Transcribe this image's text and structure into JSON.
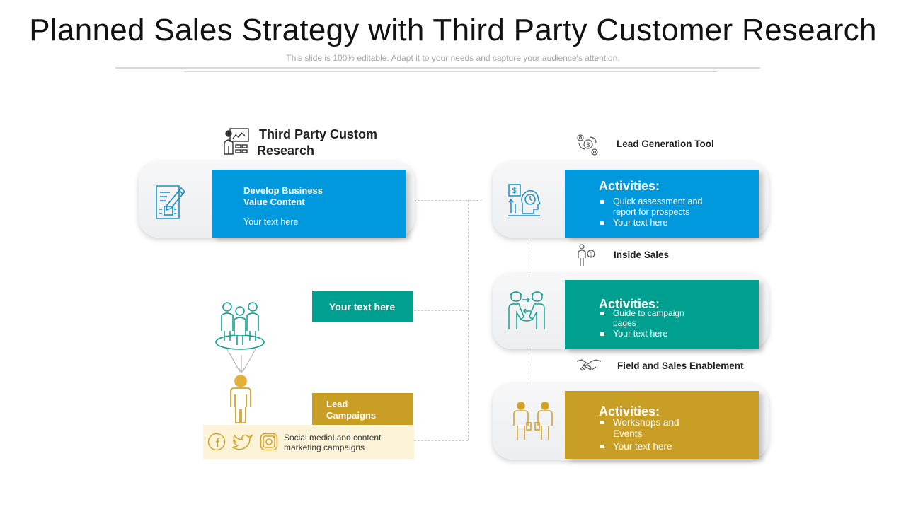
{
  "header": {
    "title": "Planned Sales Strategy with Third Party Customer Research",
    "subtitle": "This slide is 100% editable. Adapt it to your needs and capture your audience's attention."
  },
  "left": {
    "heading_line1": "Third Party Custom",
    "heading_line2": "Research",
    "card": {
      "title_line1": "Develop Business",
      "title_line2": "Value Content",
      "text": "Your text here"
    },
    "middle_box": "Your text here",
    "lead_box_line1": "Lead",
    "lead_box_line2": "Campaigns",
    "social_line1": "Social medial and content",
    "social_line2": "marketing campaigns"
  },
  "right": {
    "items": [
      {
        "caption": "Lead Generation Tool",
        "heading": "Activities:",
        "bullets": [
          [
            "Quick assessment and",
            "report for prospects"
          ],
          [
            "Your text here"
          ]
        ]
      },
      {
        "caption": "Inside Sales",
        "heading": "Activities:",
        "bullets": [
          [
            "Guide to campaign",
            "pages"
          ],
          [
            "Your text here"
          ]
        ]
      },
      {
        "caption": "Field and Sales Enablement",
        "heading": "Activities:",
        "bullets": [
          [
            "Workshops and",
            "Events"
          ],
          [
            "Your text here"
          ]
        ]
      }
    ]
  },
  "colors": {
    "blue": "#0099dd",
    "teal": "#00a090",
    "gold": "#c99e25",
    "social_bg": "#fdf3d8"
  },
  "icons": [
    "research-icon",
    "edit-document-icon",
    "team-icon",
    "person-icon",
    "facebook-icon",
    "twitter-icon",
    "instagram-icon",
    "gear-dollar-icon",
    "head-dollar-icon",
    "person-dollar-icon",
    "handshake-outline-icon",
    "meeting-handshake-icon",
    "two-people-icon"
  ]
}
